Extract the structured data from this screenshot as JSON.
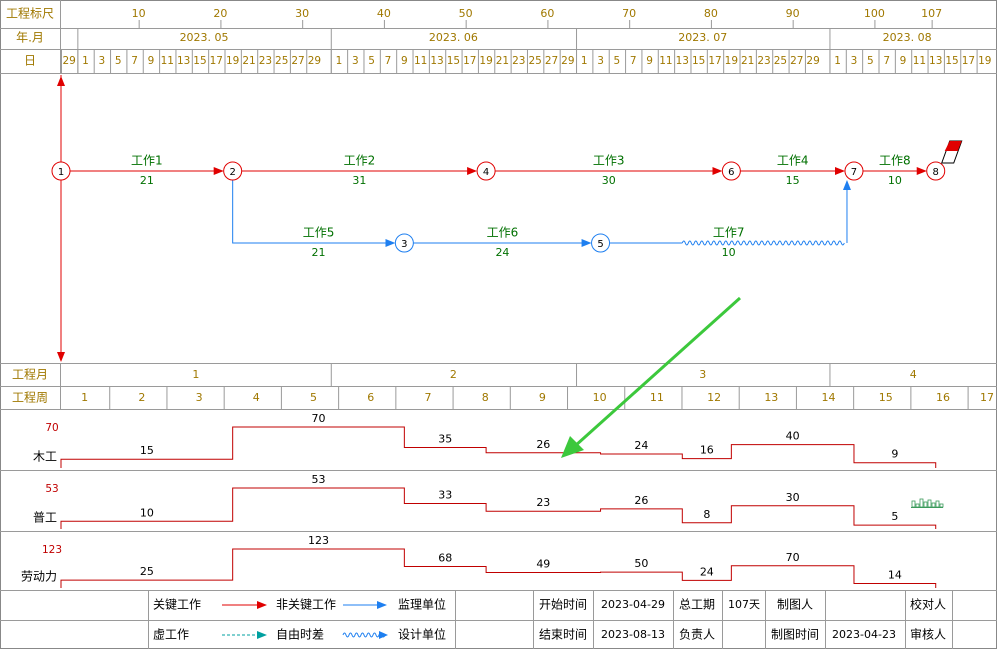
{
  "colors": {
    "critical": "#e00000",
    "noncritical": "#1e7ff0",
    "label_green": "#007000",
    "scale_text": "#a07800",
    "resource_max": "#c00000",
    "grid": "#9a9a9a",
    "free_float": "#00a0a0",
    "arrow_annotation": "#3cc83c"
  },
  "scale": {
    "row_labels": [
      "工程标尺",
      "年.月",
      "日"
    ],
    "ruler_ticks": [
      10,
      20,
      30,
      40,
      50,
      60,
      70,
      80,
      90,
      100,
      107
    ],
    "months": [
      "2023. 05",
      "2023. 06",
      "2023. 07",
      "2023. 08"
    ],
    "days_first": "29",
    "days_odd": [
      "1",
      "3",
      "5",
      "7",
      "9",
      "11",
      "13",
      "15",
      "17",
      "19",
      "21",
      "23",
      "25",
      "27",
      "29"
    ],
    "days_aug": [
      "1",
      "3",
      "5",
      "7",
      "9",
      "11",
      "13",
      "15",
      "17",
      "19"
    ],
    "project_month_label": "工程月",
    "project_months": [
      "1",
      "2",
      "3",
      "4"
    ],
    "project_week_label": "工程周",
    "project_weeks": [
      "1",
      "2",
      "3",
      "4",
      "5",
      "6",
      "7",
      "8",
      "9",
      "10",
      "11",
      "12",
      "13",
      "14",
      "15",
      "16",
      "17"
    ]
  },
  "network": {
    "nodes": [
      {
        "id": "1",
        "day": 0,
        "row": 0,
        "critical": true
      },
      {
        "id": "2",
        "day": 21,
        "row": 0,
        "critical": true
      },
      {
        "id": "4",
        "day": 52,
        "row": 0,
        "critical": true
      },
      {
        "id": "6",
        "day": 82,
        "row": 0,
        "critical": true
      },
      {
        "id": "7",
        "day": 97,
        "row": 0,
        "critical": true
      },
      {
        "id": "8",
        "day": 107,
        "row": 0,
        "critical": true
      },
      {
        "id": "3",
        "day": 42,
        "row": 1,
        "critical": false
      },
      {
        "id": "5",
        "day": 66,
        "row": 1,
        "critical": false
      }
    ],
    "activities": [
      {
        "name": "工作1",
        "duration": "21",
        "from": "1",
        "to": "2",
        "critical": true
      },
      {
        "name": "工作2",
        "duration": "31",
        "from": "2",
        "to": "4",
        "critical": true
      },
      {
        "name": "工作3",
        "duration": "30",
        "from": "4",
        "to": "6",
        "critical": true
      },
      {
        "name": "工作4",
        "duration": "15",
        "from": "6",
        "to": "7",
        "critical": true
      },
      {
        "name": "工作8",
        "duration": "10",
        "from": "7",
        "to": "8",
        "critical": true
      },
      {
        "name": "工作5",
        "duration": "21",
        "from": "2",
        "to": "3",
        "critical": false
      },
      {
        "name": "工作6",
        "duration": "24",
        "from": "3",
        "to": "5",
        "critical": false
      },
      {
        "name": "工作7",
        "duration": "10",
        "from": "5",
        "to": "7",
        "critical": false,
        "float_wavy": true
      }
    ]
  },
  "resources": [
    {
      "name": "木工",
      "max": "70",
      "segments": [
        {
          "start": 0,
          "end": 21,
          "value": 15
        },
        {
          "start": 21,
          "end": 42,
          "value": 70
        },
        {
          "start": 42,
          "end": 52,
          "value": 35
        },
        {
          "start": 52,
          "end": 66,
          "value": 26
        },
        {
          "start": 66,
          "end": 76,
          "value": 24
        },
        {
          "start": 76,
          "end": 82,
          "value": 16
        },
        {
          "start": 82,
          "end": 97,
          "value": 40
        },
        {
          "start": 97,
          "end": 107,
          "value": 9
        }
      ]
    },
    {
      "name": "普工",
      "max": "53",
      "segments": [
        {
          "start": 0,
          "end": 21,
          "value": 10
        },
        {
          "start": 21,
          "end": 42,
          "value": 53
        },
        {
          "start": 42,
          "end": 52,
          "value": 33
        },
        {
          "start": 52,
          "end": 66,
          "value": 23
        },
        {
          "start": 66,
          "end": 76,
          "value": 26
        },
        {
          "start": 76,
          "end": 82,
          "value": 8
        },
        {
          "start": 82,
          "end": 97,
          "value": 30
        },
        {
          "start": 97,
          "end": 107,
          "value": 5
        }
      ]
    },
    {
      "name": "劳动力",
      "max": "123",
      "segments": [
        {
          "start": 0,
          "end": 21,
          "value": 25
        },
        {
          "start": 21,
          "end": 42,
          "value": 123
        },
        {
          "start": 42,
          "end": 52,
          "value": 68
        },
        {
          "start": 52,
          "end": 66,
          "value": 49
        },
        {
          "start": 66,
          "end": 76,
          "value": 50
        },
        {
          "start": 76,
          "end": 82,
          "value": 24
        },
        {
          "start": 82,
          "end": 97,
          "value": 70
        },
        {
          "start": 97,
          "end": 107,
          "value": 14
        }
      ]
    }
  ],
  "legend": {
    "critical_work": "关键工作",
    "noncritical_work": "非关键工作",
    "dummy_work": "虚工作",
    "free_float": "自由时差",
    "supervisor": "监理单位",
    "designer": "设计单位",
    "start_time_label": "开始时间",
    "start_time": "2023-04-29",
    "end_time_label": "结束时间",
    "end_time": "2023-08-13",
    "total_duration_label": "总工期",
    "total_duration": "107天",
    "responsible_label": "负责人",
    "drawer_label": "制图人",
    "draw_time_label": "制图时间",
    "draw_time": "2023-04-23",
    "checker_label": "校对人",
    "reviewer_label": "审核人"
  }
}
